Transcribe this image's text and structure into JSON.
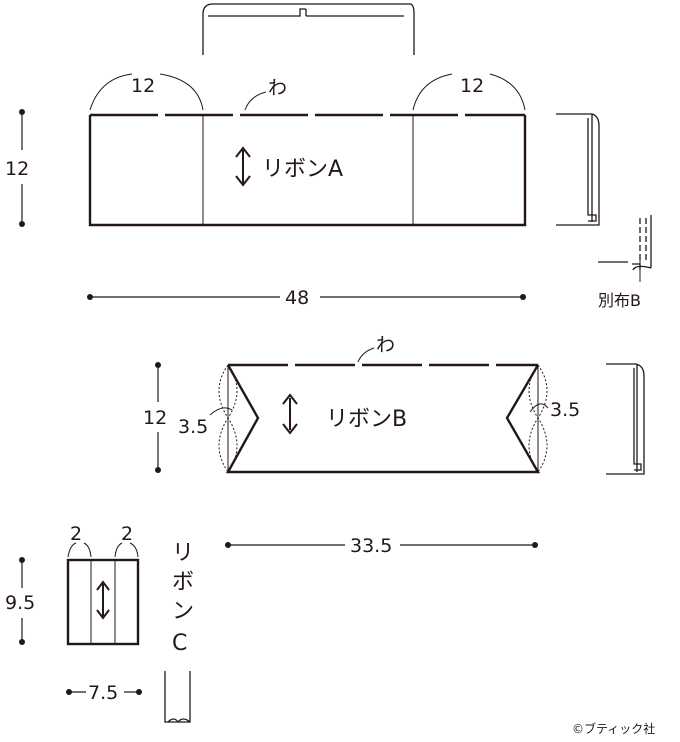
{
  "ribbon_a": {
    "name": "リボンA",
    "fold_mark": "わ",
    "dim_height": "12",
    "dim_length": "48",
    "dim_gather_left": "12",
    "dim_gather_right": "12",
    "separate_fabric": "別布B"
  },
  "ribbon_b": {
    "name": "リボンB",
    "fold_mark": "わ",
    "dim_height": "12",
    "dim_v_left": "3.5",
    "dim_v_right": "3.5",
    "dim_length": "33.5"
  },
  "ribbon_c": {
    "name_chars": [
      "リ",
      "ボ",
      "ン",
      "C"
    ],
    "dim_height": "9.5",
    "dim_width": "7.5",
    "dim_left": "2",
    "dim_right": "2"
  },
  "copyright": "©ブティック社",
  "colors": {
    "ink": "#231815",
    "background": "#ffffff"
  },
  "icons": [
    "grain-arrow-icon"
  ]
}
